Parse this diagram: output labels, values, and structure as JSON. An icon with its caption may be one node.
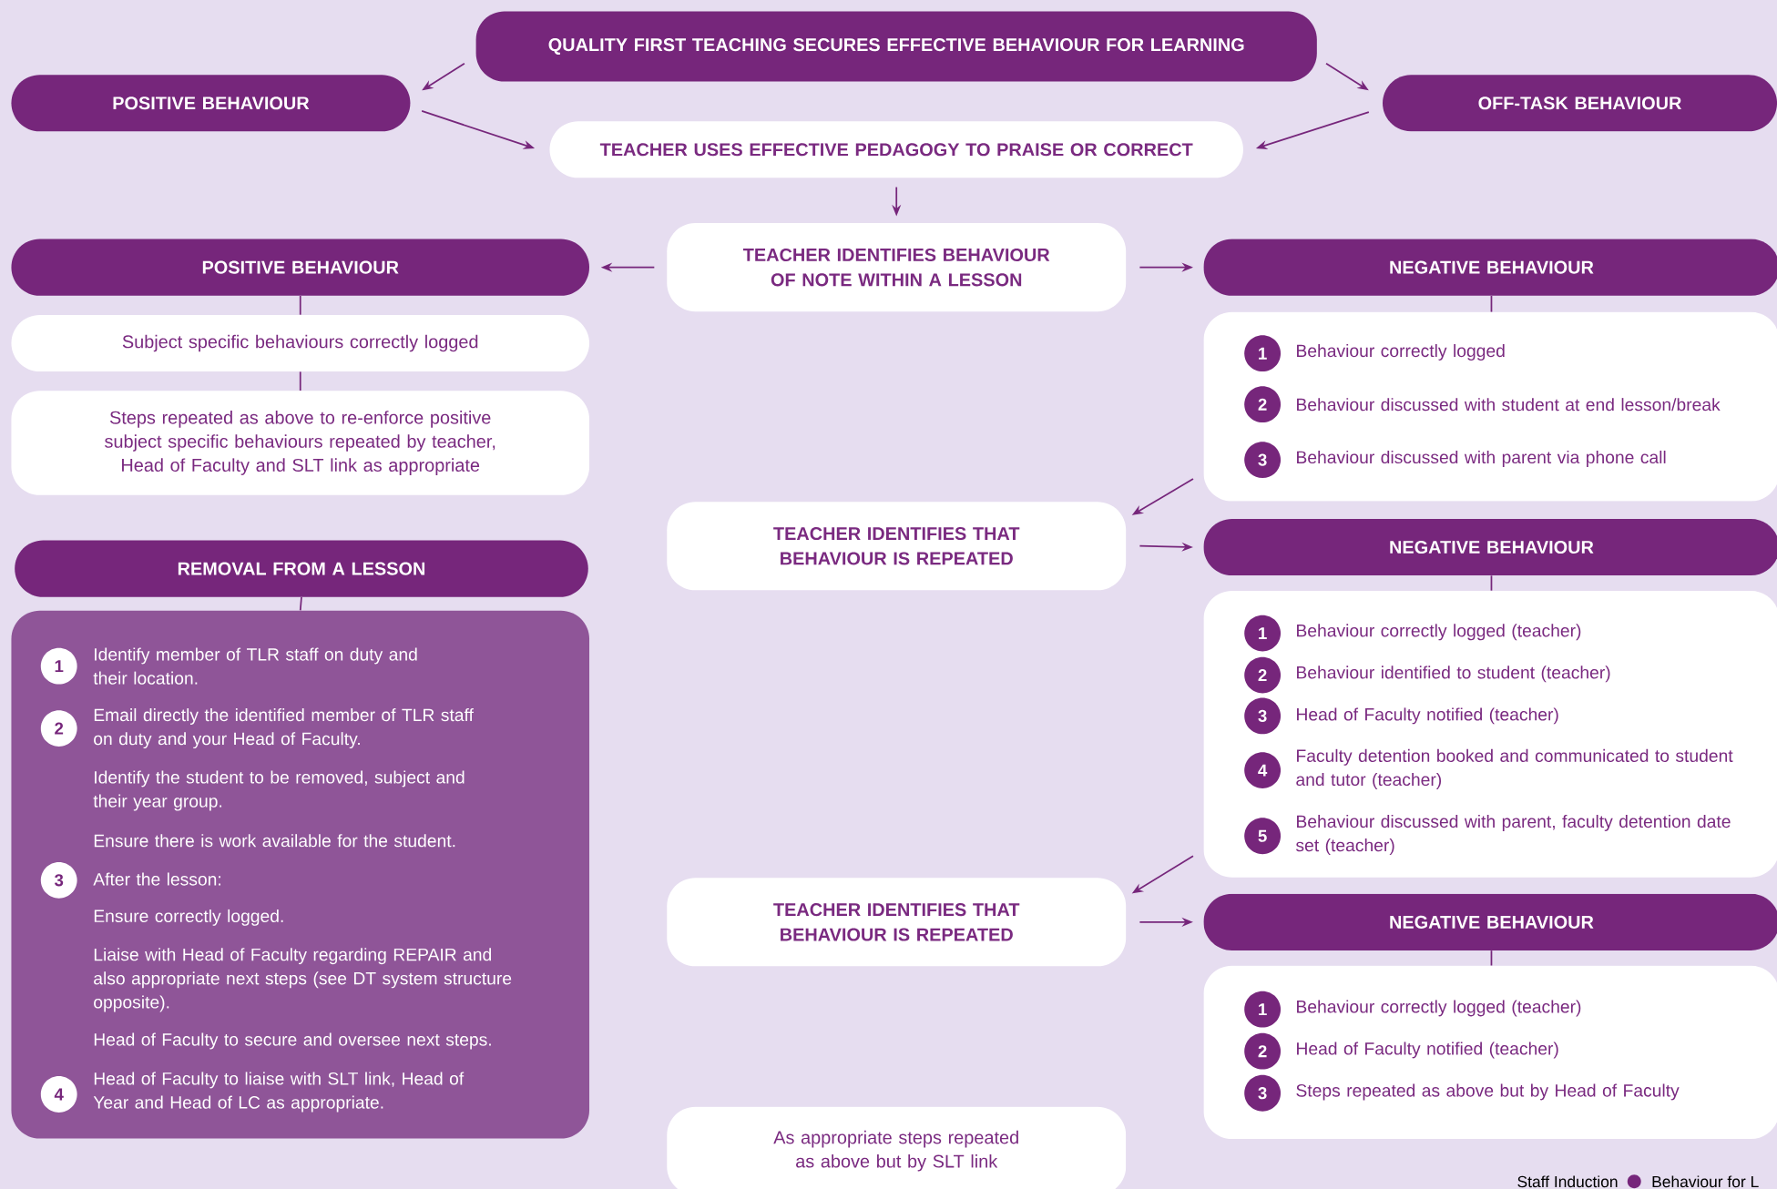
{
  "diagram": {
    "nodes": [
      {
        "text": [
          "QUALITY FIRST TEACHING SECURES EFFECTIVE BEHAVIOUR FOR LEARNING"
        ]
      },
      {
        "text": [
          "POSITIVE BEHAVIOUR"
        ]
      },
      {
        "text": [
          "OFF-TASK BEHAVIOUR"
        ]
      },
      {
        "text": [
          "TEACHER USES EFFECTIVE PEDAGOGY TO PRAISE OR CORRECT"
        ]
      },
      {
        "text": [
          "POSITIVE BEHAVIOUR"
        ]
      },
      {
        "text": [
          "TEACHER IDENTIFIES BEHAVIOUR OF NOTE WITHIN A LESSON"
        ]
      },
      {
        "text": [
          "NEGATIVE BEHAVIOUR"
        ]
      },
      {
        "text": [
          "Subject specific behaviours correctly logged"
        ]
      },
      {
        "text": [
          "Steps repeated as above to re-enforce positive subject specific behaviours repeated by teacher, Head of Faculty and SLT link as appropriate"
        ]
      },
      {
        "text": [
          "1",
          "Behaviour correctly logged",
          "2",
          "Behaviour discussed with student at end lesson/break",
          "3",
          "Behaviour discussed with parent via phone call"
        ]
      },
      {
        "text": [
          "REMOVAL FROM A LESSON"
        ]
      },
      {
        "text": [
          "TEACHER IDENTIFIES THAT BEHAVIOUR IS REPEATED"
        ]
      },
      {
        "text": [
          "NEGATIVE BEHAVIOUR"
        ]
      },
      {
        "text": [
          "1",
          "Identify member of TLR staff on duty and their location.",
          "2",
          "Email directly the identified member of TLR staff on duty and your Head of Faculty.",
          "Identify the student to be removed, subject and their year group.",
          "Ensure there is work available for the student.",
          "3",
          "After the lesson:",
          "Ensure correctly logged.",
          "Liaise with Head of Faculty regarding REPAIR and also appropriate next steps (see DT system structure opposite).",
          "Head of Faculty to secure and oversee next steps.",
          "4",
          "Head of Faculty to liaise with SLT link, Head of Year and Head of LC as appropriate."
        ]
      },
      {
        "text": [
          "1",
          "Behaviour correctly logged (teacher)",
          "2",
          "Behaviour identified to student (teacher)",
          "3",
          "Head of Faculty notified (teacher)",
          "4",
          "Faculty detention booked and communicated to student and tutor (teacher)",
          "5",
          "Behaviour discussed with parent, faculty detention date set (teacher)"
        ]
      },
      {
        "text": [
          "TEACHER IDENTIFIES THAT BEHAVIOUR IS REPEATED"
        ]
      },
      {
        "text": [
          "NEGATIVE BEHAVIOUR"
        ]
      },
      {
        "text": [
          "1",
          "Behaviour correctly logged (teacher)",
          "2",
          "Head of Faculty notified (teacher)",
          "3",
          "Steps repeated as above but by Head of Faculty"
        ]
      },
      {
        "text": [
          "As appropriate steps repeated as above but by SLT link"
        ]
      }
    ],
    "edges": [
      {
        "from": 0,
        "to": 1,
        "arrow": "to"
      },
      {
        "from": 0,
        "to": 2,
        "arrow": "to"
      },
      {
        "from": 1,
        "to": 3,
        "arrow": "to"
      },
      {
        "from": 2,
        "to": 3,
        "arrow": "to"
      },
      {
        "from": 3,
        "to": 5,
        "arrow": "to"
      },
      {
        "from": 5,
        "to": 4,
        "arrow": "to"
      },
      {
        "from": 5,
        "to": 6,
        "arrow": "to"
      },
      {
        "from": 4,
        "to": 7,
        "arrow": "none"
      },
      {
        "from": 7,
        "to": 8,
        "arrow": "none"
      },
      {
        "from": 6,
        "to": 9,
        "arrow": "none"
      },
      {
        "from": 9,
        "to": 11,
        "arrow": "to"
      },
      {
        "from": 11,
        "to": 12,
        "arrow": "to"
      },
      {
        "from": 12,
        "to": 14,
        "arrow": "none"
      },
      {
        "from": 14,
        "to": 15,
        "arrow": "to"
      },
      {
        "from": 15,
        "to": 16,
        "arrow": "to"
      },
      {
        "from": 16,
        "to": 17,
        "arrow": "none"
      },
      {
        "from": 10,
        "to": 13,
        "arrow": "none"
      }
    ],
    "labels": [
      "Staff Induction",
      "Behaviour for L"
    ]
  }
}
